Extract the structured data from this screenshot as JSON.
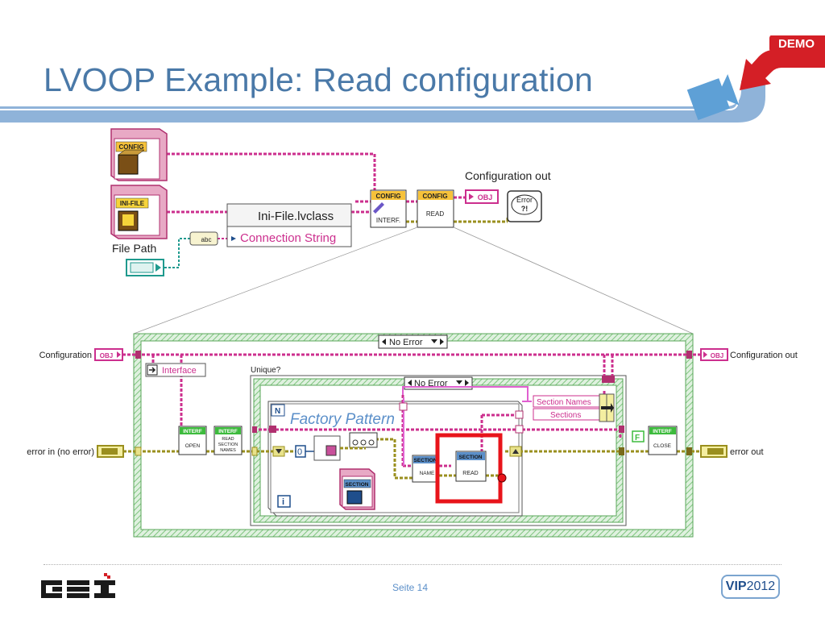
{
  "slide": {
    "title": "LVOOP Example: Read configuration",
    "demo_badge": "DEMO",
    "page": "Seite 14",
    "vip_bold": "VIP",
    "vip_year": "2012",
    "logo": "GSI"
  },
  "top_diagram": {
    "config_class_label": "CONFIG",
    "ini_class_label": "INI-FILE",
    "file_path_label": "File Path",
    "ini_node_title": "Ini-File.lvclass",
    "ini_node_property": "Connection String",
    "interf_vi_header": "CONFIG",
    "interf_vi_body": "INTERF.",
    "read_vi_header": "CONFIG",
    "read_vi_body": "READ",
    "config_out_label": "Configuration out",
    "obj_terminal": "OBJ",
    "error_node": "Error ?!",
    "conv_label": "abc"
  },
  "bottom_diagram": {
    "outer_case_selector": "No Error",
    "inner_case_selector": "No Error",
    "configuration_in": "Configuration",
    "configuration_out": "Configuration out",
    "obj_terminal": "OBJ",
    "error_in": "error in (no error)",
    "error_out": "error out",
    "interface_ref": "Interface",
    "unique_label": "Unique?",
    "open_vi_header": "INTERF",
    "open_vi_body": "OPEN",
    "read_sections_header": "INTERF",
    "read_sections_body": "READ SECTION NAMES",
    "close_vi_header": "INTERF",
    "close_vi_body": "CLOSE",
    "false_const": "F",
    "factory_pattern": "Factory Pattern",
    "n_label": "N",
    "zero_const": "0",
    "i_label": "i",
    "section_class_label": "SECTION",
    "section_name_header": "SECTION",
    "section_name_body": "NAME",
    "section_read_header": "SECTION",
    "section_read_body": "READ",
    "section_names_label": "Section Names",
    "sections_label": "Sections"
  },
  "colors": {
    "title_blue": "#4a79a8",
    "band_blue": "#8fb3d9",
    "class_wire_pink": "#cc2f8e",
    "error_wire_yellow": "#9a8f1e",
    "case_green": "#7fc47f",
    "highlight_red": "#e8141b"
  }
}
